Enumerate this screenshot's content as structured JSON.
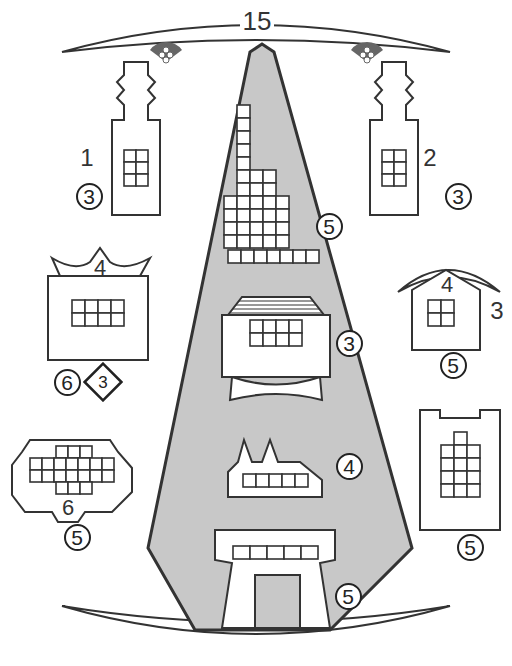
{
  "diagram": {
    "nodes": [
      {
        "text": [
          "3"
        ]
      },
      {
        "text": [
          "3"
        ]
      },
      {
        "text": [
          "5"
        ]
      },
      {
        "text": [
          "3"
        ]
      },
      {
        "text": [
          "6"
        ]
      },
      {
        "text": [
          "3"
        ]
      },
      {
        "text": [
          "5"
        ]
      },
      {
        "text": [
          "4"
        ]
      },
      {
        "text": [
          "5"
        ]
      },
      {
        "text": [
          "5"
        ]
      },
      {
        "text": [
          "5"
        ]
      }
    ],
    "labels": [
      "15",
      "1",
      "2",
      "4",
      "4",
      "3",
      "6"
    ]
  }
}
